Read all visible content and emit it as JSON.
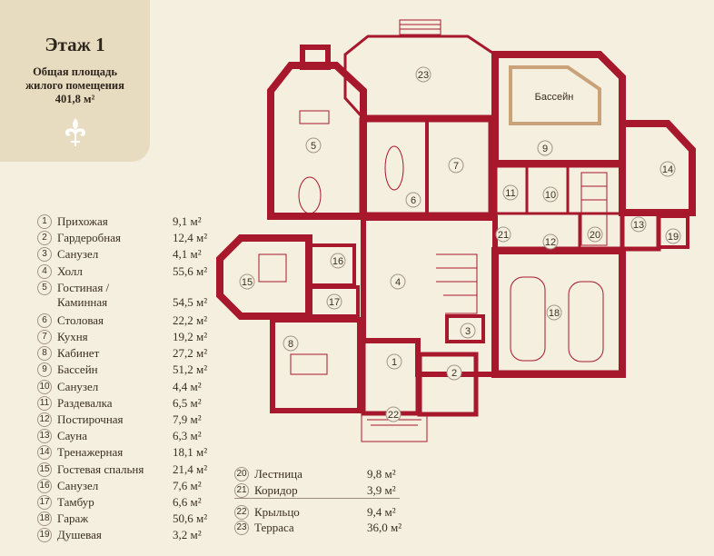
{
  "header": {
    "floor_title": "Этаж 1",
    "area_line1": "Общая площадь",
    "area_line2": "жилого помещения",
    "area_line3": "401,8 м²"
  },
  "pool_label": "Бассейн",
  "colors": {
    "wall": "#a8182c",
    "background": "#f5efe0",
    "card": "#e7dcc0"
  },
  "rooms": [
    {
      "n": "1",
      "name": "Прихожая",
      "area": "9,1 м²"
    },
    {
      "n": "2",
      "name": "Гардеробная",
      "area": "12,4 м²"
    },
    {
      "n": "3",
      "name": "Санузел",
      "area": "4,1 м²"
    },
    {
      "n": "4",
      "name": "Холл",
      "area": "55,6 м²"
    },
    {
      "n": "5",
      "name": "Гостиная /",
      "name2": "Каминная",
      "area": "54,5 м²"
    },
    {
      "n": "6",
      "name": "Столовая",
      "area": "22,2 м²"
    },
    {
      "n": "7",
      "name": "Кухня",
      "area": "19,2 м²"
    },
    {
      "n": "8",
      "name": "Кабинет",
      "area": "27,2 м²"
    },
    {
      "n": "9",
      "name": "Бассейн",
      "area": "51,2 м²"
    },
    {
      "n": "10",
      "name": "Санузел",
      "area": "4,4 м²"
    },
    {
      "n": "11",
      "name": "Раздевалка",
      "area": "6,5 м²"
    },
    {
      "n": "12",
      "name": "Постирочная",
      "area": "7,9 м²"
    },
    {
      "n": "13",
      "name": "Сауна",
      "area": "6,3 м²"
    },
    {
      "n": "14",
      "name": "Тренажерная",
      "area": "18,1 м²"
    },
    {
      "n": "15",
      "name": "Гостевая спальня",
      "area": "21,4 м²"
    },
    {
      "n": "16",
      "name": "Санузел",
      "area": "7,6 м²"
    },
    {
      "n": "17",
      "name": "Тамбур",
      "area": "6,6 м²"
    },
    {
      "n": "18",
      "name": "Гараж",
      "area": "50,6 м²"
    },
    {
      "n": "19",
      "name": "Душевая",
      "area": "3,2 м²"
    }
  ],
  "rooms_extra": [
    {
      "n": "20",
      "name": "Лестница",
      "area": "9,8 м²"
    },
    {
      "n": "21",
      "name": "Коридор",
      "area": "3,9 м²"
    },
    {
      "n": "22",
      "name": "Крыльцо",
      "area": "9,4 м²"
    },
    {
      "n": "23",
      "name": "Терраса",
      "area": "36,0 м²"
    }
  ]
}
